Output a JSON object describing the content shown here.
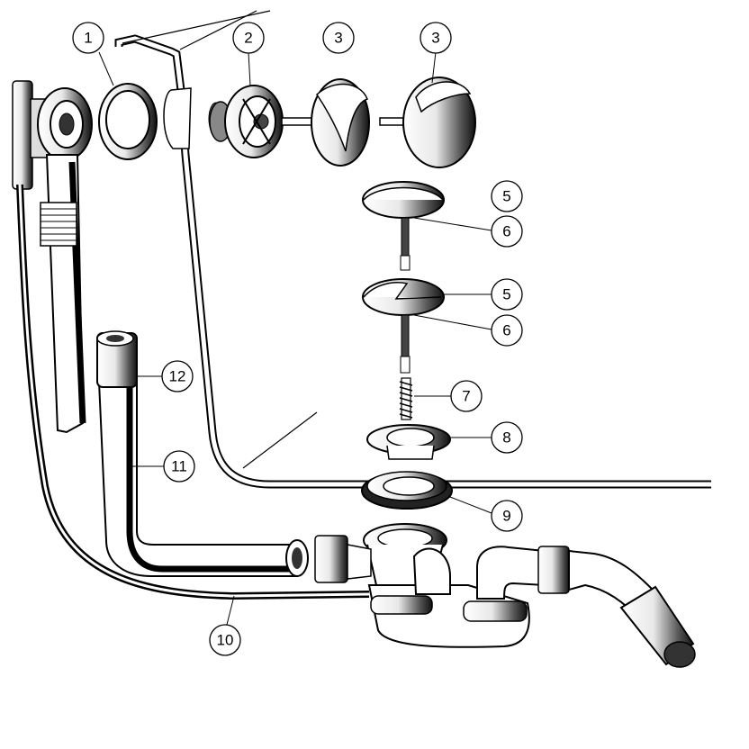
{
  "callouts": {
    "c1": "1",
    "c2": "2",
    "c3a": "3",
    "c3b": "3",
    "c5a": "5",
    "c6a": "6",
    "c5b": "5",
    "c6b": "6",
    "c7": "7",
    "c8": "8",
    "c9": "9",
    "c10": "10",
    "c11": "11",
    "c12": "12"
  }
}
